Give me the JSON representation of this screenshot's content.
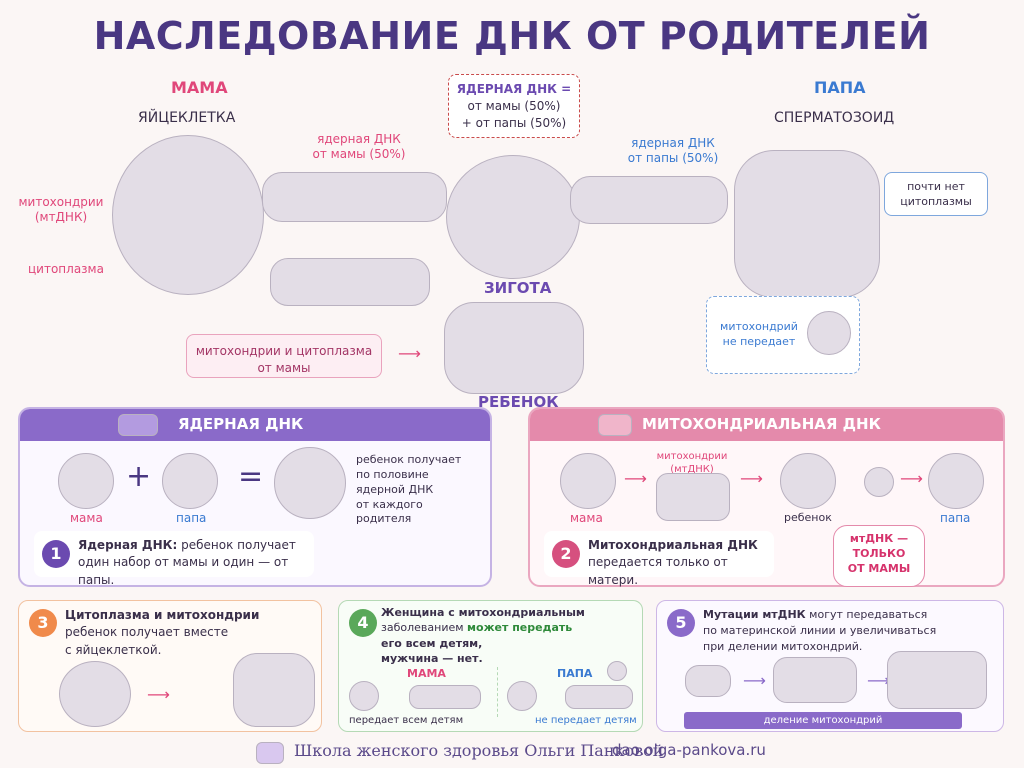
{
  "title": "НАСЛЕДОВАНИЕ ДНК ОТ РОДИТЕЛЕЙ",
  "mama": {
    "label": "МАМА",
    "cell": "ЯЙЦЕКЛЕТКА",
    "mito_label": "митохондрии\n(мтДНК)",
    "cyto_label": "цитоплазма",
    "dna_label": "ядерная ДНК\nот мамы (50%)"
  },
  "papa": {
    "label": "ПАПА",
    "cell": "СПЕРМАТОЗОИД",
    "dna_label": "ядерная ДНК\nот папы (50%)",
    "note": "почти нет\nцитоплазмы",
    "no_mito": "митохондрий\nне передает"
  },
  "formula": {
    "head": "ЯДЕРНАЯ ДНК =",
    "line1": "от мамы (50%)",
    "line2": "+ от папы (50%)"
  },
  "zygote": "ЗИГОТА",
  "child": "РЕБЕНОК",
  "mito_note": "митохондрии и цитоплазма\nот мамы",
  "nuclear": {
    "title": "ЯДЕРНАЯ ДНК",
    "mama": "мама",
    "papa": "папа",
    "plus": "+",
    "equals": "=",
    "desc": "ребенок получает\nпо половине\nядерной ДНК\nот каждого\nродителя",
    "num": "1",
    "fact_bold": "Ядерная ДНК:",
    "fact_rest": " ребенок получает\nодин набор от мамы и один — от папы."
  },
  "mito": {
    "title": "МИТОХОНДРИАЛЬНАЯ ДНК",
    "mama": "мама",
    "mito": "митохондрии\n(мтДНК)",
    "child": "ребенок",
    "papa": "папа",
    "num": "2",
    "fact_bold": "Митохондриальная ДНК",
    "fact_rest": "\nпередается только от матери.",
    "badge": "мтДНК —\nТОЛЬКО\nОТ МАМЫ"
  },
  "box3": {
    "num": "3",
    "bold": "Цитоплазма и митохондрии",
    "rest": "\nребенок получает вместе\nс яйцеклеткой."
  },
  "box4": {
    "num": "4",
    "bold": "Женщина с митохондриальным",
    "line2": "заболеванием ",
    "green": "может передать",
    "line3": "его всем детям,",
    "line4": "мужчина — нет.",
    "mama": "МАМА",
    "papa": "ПАПА",
    "mama_sub": "передает всем детям",
    "papa_sub": "не передает детям"
  },
  "box5": {
    "num": "5",
    "bold": "Мутации мтДНК",
    "rest": " могут передаваться\nпо материнской линии и увеличиваться\nпри делении митохондрий.",
    "bar": "деление митохондрий"
  },
  "footer": {
    "school": "Школа женского здоровья Ольги Панковой",
    "site": "dao.olga-pankova.ru"
  },
  "colors": {
    "mama": "#e0477a",
    "papa": "#3a7ad1",
    "title": "#4a3782",
    "nuclear_head": "#8a6ac9",
    "mito_head": "#e48aab"
  }
}
